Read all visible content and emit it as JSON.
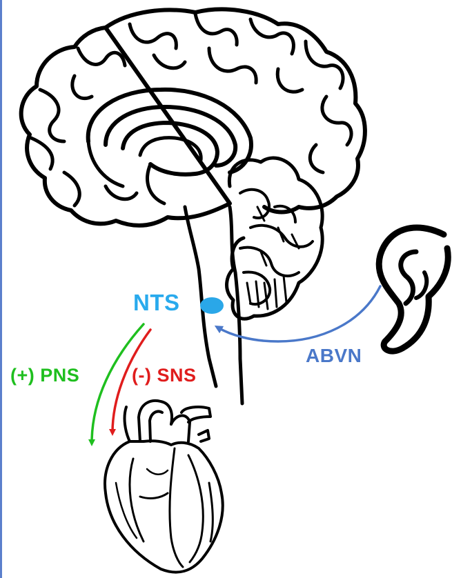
{
  "labels": {
    "nts": "NTS",
    "pns": "(+) PNS",
    "sns": "(-) SNS",
    "abvn": "ABVN"
  },
  "colors": {
    "nts": "#29aaed",
    "nts_dot": "#2aa7e8",
    "pns": "#1fbf1f",
    "sns": "#e01d1d",
    "abvn": "#4a78c9",
    "outline": "#000000"
  },
  "icons": {
    "brain": "brain-icon",
    "ear": "ear-icon",
    "heart": "heart-icon"
  }
}
